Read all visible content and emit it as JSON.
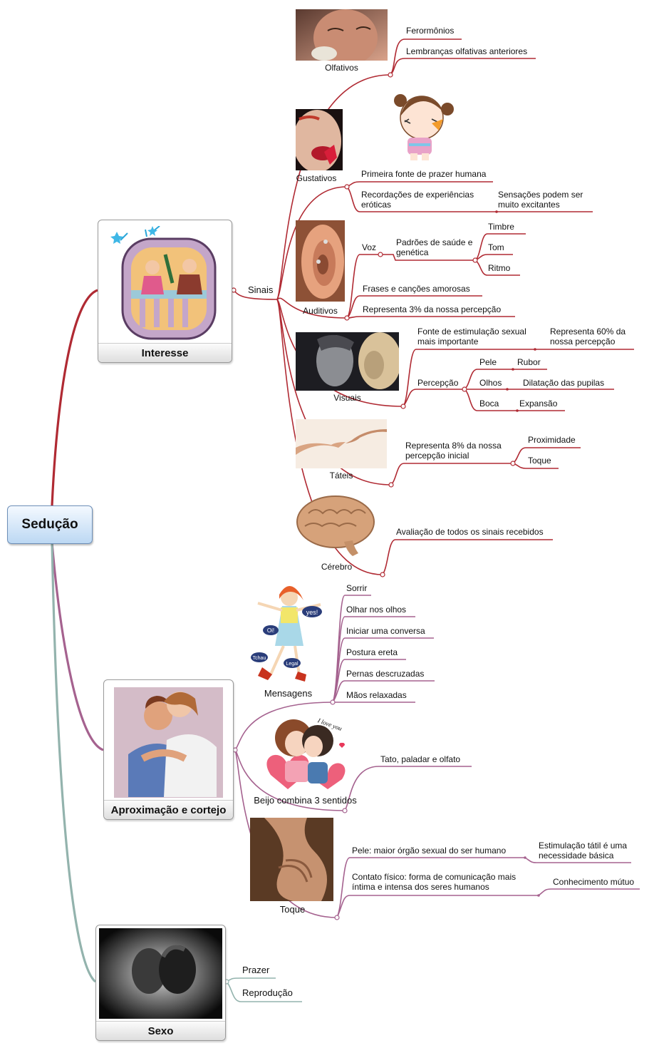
{
  "root": "Sedução",
  "branches": {
    "interesse": "Interesse",
    "aproximacao": "Aproximação e cortejo",
    "sexo": "Sexo"
  },
  "sinais": {
    "label": "Sinais",
    "olfativos": {
      "caption": "Olfativos",
      "items": [
        "Ferormônios",
        "Lembranças olfativas anteriores"
      ]
    },
    "gustativos": {
      "caption": "Gustativos",
      "items": [
        "Primeira fonte de prazer humana",
        "Recordações de experiências eróticas"
      ],
      "sub": "Sensações podem ser muito excitantes"
    },
    "auditivos": {
      "caption": "Auditivos",
      "voz": "Voz",
      "padroes": "Padrões de saúde e genética",
      "qualidades": [
        "Timbre",
        "Tom",
        "Ritmo"
      ],
      "items": [
        "Frases e canções amorosas",
        "Representa 3% da nossa percepção"
      ]
    },
    "visuais": {
      "caption": "Visuais",
      "fonte": "Fonte de estimulação sexual mais importante",
      "fonte_sub": "Representa 60% da nossa percepção",
      "percepcao": "Percepção",
      "pairs": [
        {
          "part": "Pele",
          "effect": "Rubor"
        },
        {
          "part": "Olhos",
          "effect": "Dilatação das pupilas"
        },
        {
          "part": "Boca",
          "effect": "Expansão"
        }
      ]
    },
    "tateis": {
      "caption": "Táteis",
      "main": "Representa  8% da nossa percepção inicial",
      "items": [
        "Proximidade",
        "Toque"
      ]
    },
    "cerebro": {
      "caption": "Cérebro",
      "main": "Avaliação de todos os sinais recebidos"
    }
  },
  "mensagens": {
    "caption": "Mensagens",
    "items": [
      "Sorrir",
      "Olhar nos olhos",
      "Iniciar uma conversa",
      "Postura ereta",
      "Pernas descruzadas",
      "Mãos relaxadas"
    ],
    "clipart_words": [
      "yes!",
      "Oi!",
      "Tchau",
      "Legal"
    ]
  },
  "beijo": {
    "caption": "Beijo combina 3 sentidos",
    "main": "Tato, paladar e olfato",
    "sticker_text": "I love you"
  },
  "toque": {
    "caption": "Toque",
    "pele": "Pele: maior órgão sexual do ser humano",
    "pele_sub": "Estimulação tátil é uma necessidade básica",
    "contato": "Contato físico:  forma de comunicação mais íntima e intensa dos seres humanos",
    "contato_sub": "Conhecimento mútuo"
  },
  "sexo_items": [
    "Prazer",
    "Reprodução"
  ],
  "colors": {
    "red": "#b02a33",
    "purple": "#a5628f",
    "teal": "#93b3ad",
    "root_fill": "#cfe3f7"
  }
}
